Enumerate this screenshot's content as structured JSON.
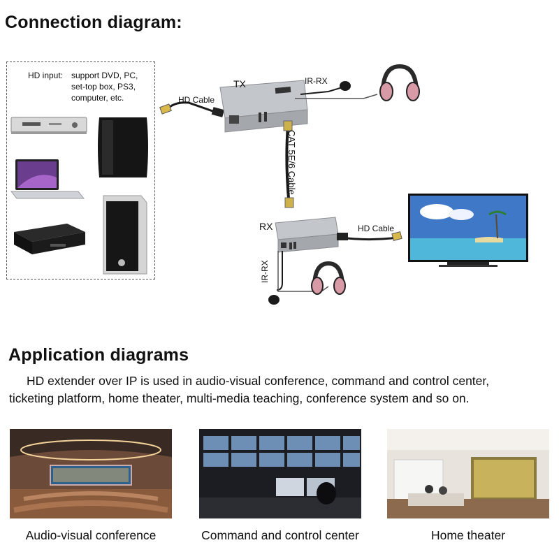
{
  "connection": {
    "title": "Connection diagram:",
    "hd_input_title": "HD input:",
    "hd_input_lines": [
      "support DVD, PC,",
      "set-top box, PS3,",
      "computer, etc."
    ],
    "tx_label": "TX",
    "rx_label": "RX",
    "ir_rx_top": "IR-RX",
    "ir_rx_bottom": "IR-RX",
    "hd_cable_left": "HD Cable",
    "hd_cable_right": "HD Cable",
    "cat_cable": "CAT 5E/6 Cable"
  },
  "application": {
    "title": "Application diagrams",
    "desc_line1": "HD extender over IP is used in audio-visual conference, command and control center,",
    "desc_line2": "ticketing platform, home theater, multi-media teaching, conference system and so on.",
    "captions": [
      "Audio-visual conference",
      "Command and control center",
      "Home theater"
    ]
  },
  "colors": {
    "device_silver": "#b9bcc0",
    "headphone_pink": "#d79aa6",
    "cable": "#1a1a1a",
    "tv_sky": "#3f78c6"
  }
}
